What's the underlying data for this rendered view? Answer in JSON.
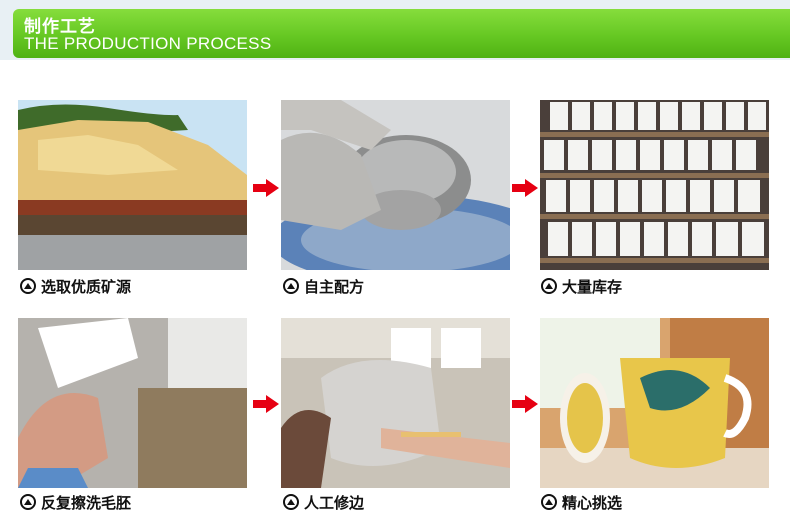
{
  "header": {
    "title_zh": "制作工艺",
    "title_en": "THE PRODUCTION PROCESS"
  },
  "steps": [
    {
      "label": "选取优质矿源",
      "image": "quarry-photo",
      "icon": "chevron-up-circle-icon"
    },
    {
      "label": "自主配方",
      "image": "pottery-wheel-photo",
      "icon": "chevron-up-circle-icon"
    },
    {
      "label": "大量库存",
      "image": "mug-shelves-photo",
      "icon": "chevron-up-circle-icon"
    },
    {
      "label": "反复擦洗毛胚",
      "image": "wiping-mug-photo",
      "icon": "chevron-up-circle-icon"
    },
    {
      "label": "人工修边",
      "image": "brush-trimming-photo",
      "icon": "chevron-up-circle-icon"
    },
    {
      "label": "精心挑选",
      "image": "dragon-teacup-photo",
      "icon": "chevron-up-circle-icon"
    }
  ],
  "colors": {
    "header_green": "#66c823",
    "arrow_red": "#e60012",
    "text": "#111111"
  }
}
